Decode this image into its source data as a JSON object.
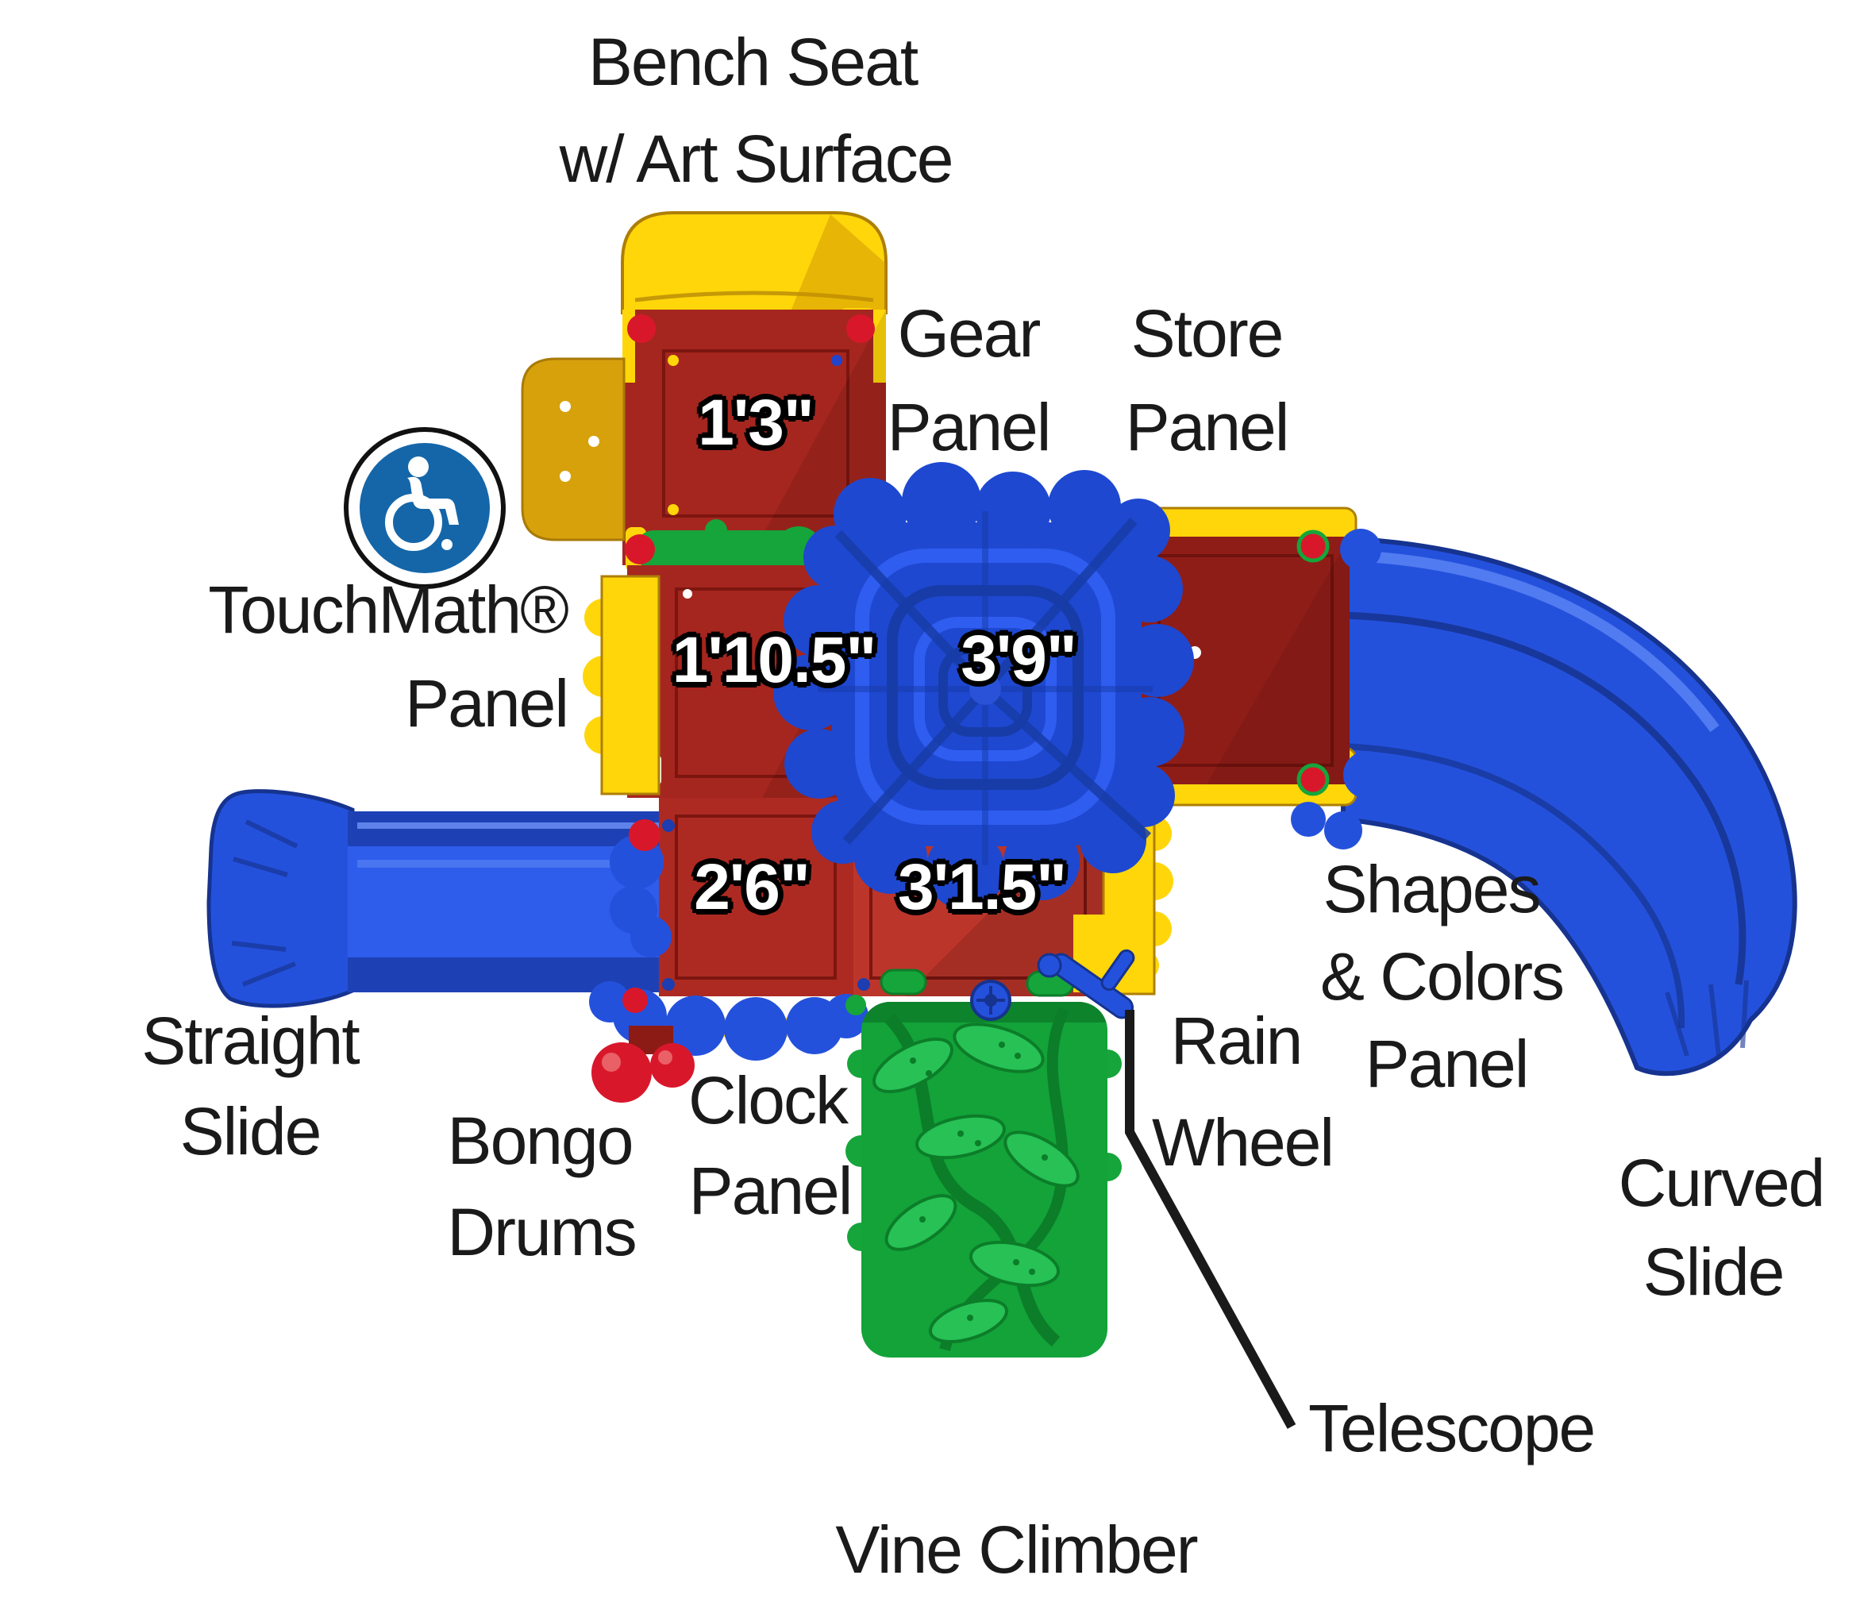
{
  "diagram": {
    "type": "playground-structure-top-view-plan",
    "labels": {
      "bench_seat": [
        "Bench Seat",
        "w/ Art Surface"
      ],
      "gear_panel": [
        "Gear",
        "Panel"
      ],
      "store_panel": [
        "Store",
        "Panel"
      ],
      "touchmath_panel": [
        "TouchMath®",
        "Panel"
      ],
      "straight_slide": [
        "Straight",
        "Slide"
      ],
      "bongo_drums": [
        "Bongo",
        "Drums"
      ],
      "clock_panel": [
        "Clock",
        "Panel"
      ],
      "vine_climber": [
        "Vine Climber"
      ],
      "rain_wheel": [
        "Rain",
        "Wheel"
      ],
      "shapes_colors_panel": [
        "Shapes",
        "& Colors",
        "Panel"
      ],
      "telescope": [
        "Telescope"
      ],
      "curved_slide": [
        "Curved",
        "Slide"
      ]
    },
    "deck_heights": {
      "bench_deck": "1'3\"",
      "touchmath_deck": "1'10.5\"",
      "web_deck": "3'9\"",
      "clock_deck": "2'6\"",
      "vine_deck": "3'1.5\""
    },
    "icons": {
      "accessible": "wheelchair-accessible-icon"
    },
    "colors": {
      "ink": "#1A1A1A",
      "deck-red": "#A5261F",
      "deck-red-dark": "#8C1B15",
      "deck-red-bright": "#BC352A",
      "panel-stroke": "#7C150F",
      "yellow": "#FFD60A",
      "gold": "#D7A10C",
      "gold-dark": "#AD7F06",
      "blue": "#2451DC",
      "blue-dark": "#16338F",
      "blue-mid": "#2E5CEB",
      "blue-lite": "#5C86F5",
      "green": "#16A53A",
      "green-dark": "#0C7D29",
      "green-lite": "#27C155",
      "ball-red": "#D9172B",
      "icon-blue": "#1566A9"
    }
  }
}
